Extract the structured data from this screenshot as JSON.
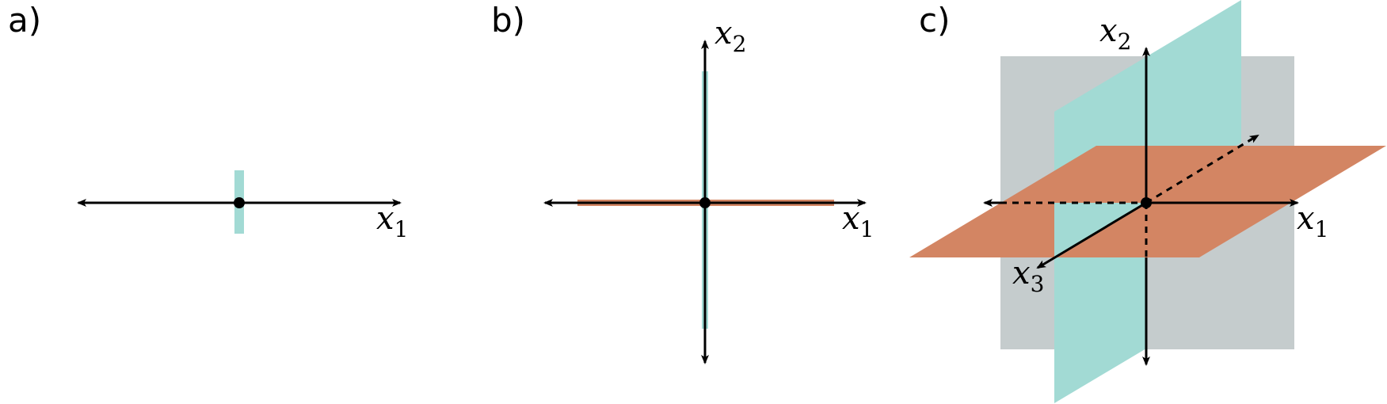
{
  "panels": [
    {
      "label": "a)",
      "axes": [
        {
          "base": "x",
          "sub": "1"
        }
      ]
    },
    {
      "label": "b)",
      "axes": [
        {
          "base": "x",
          "sub": "1"
        },
        {
          "base": "x",
          "sub": "2"
        }
      ]
    },
    {
      "label": "c)",
      "axes": [
        {
          "base": "x",
          "sub": "1"
        },
        {
          "base": "x",
          "sub": "2"
        },
        {
          "base": "x",
          "sub": "3"
        }
      ]
    }
  ],
  "colors": {
    "teal": "#A2DAD4",
    "orange": "#D38563",
    "gray": "#C5CCCD",
    "axis": "#000000"
  }
}
